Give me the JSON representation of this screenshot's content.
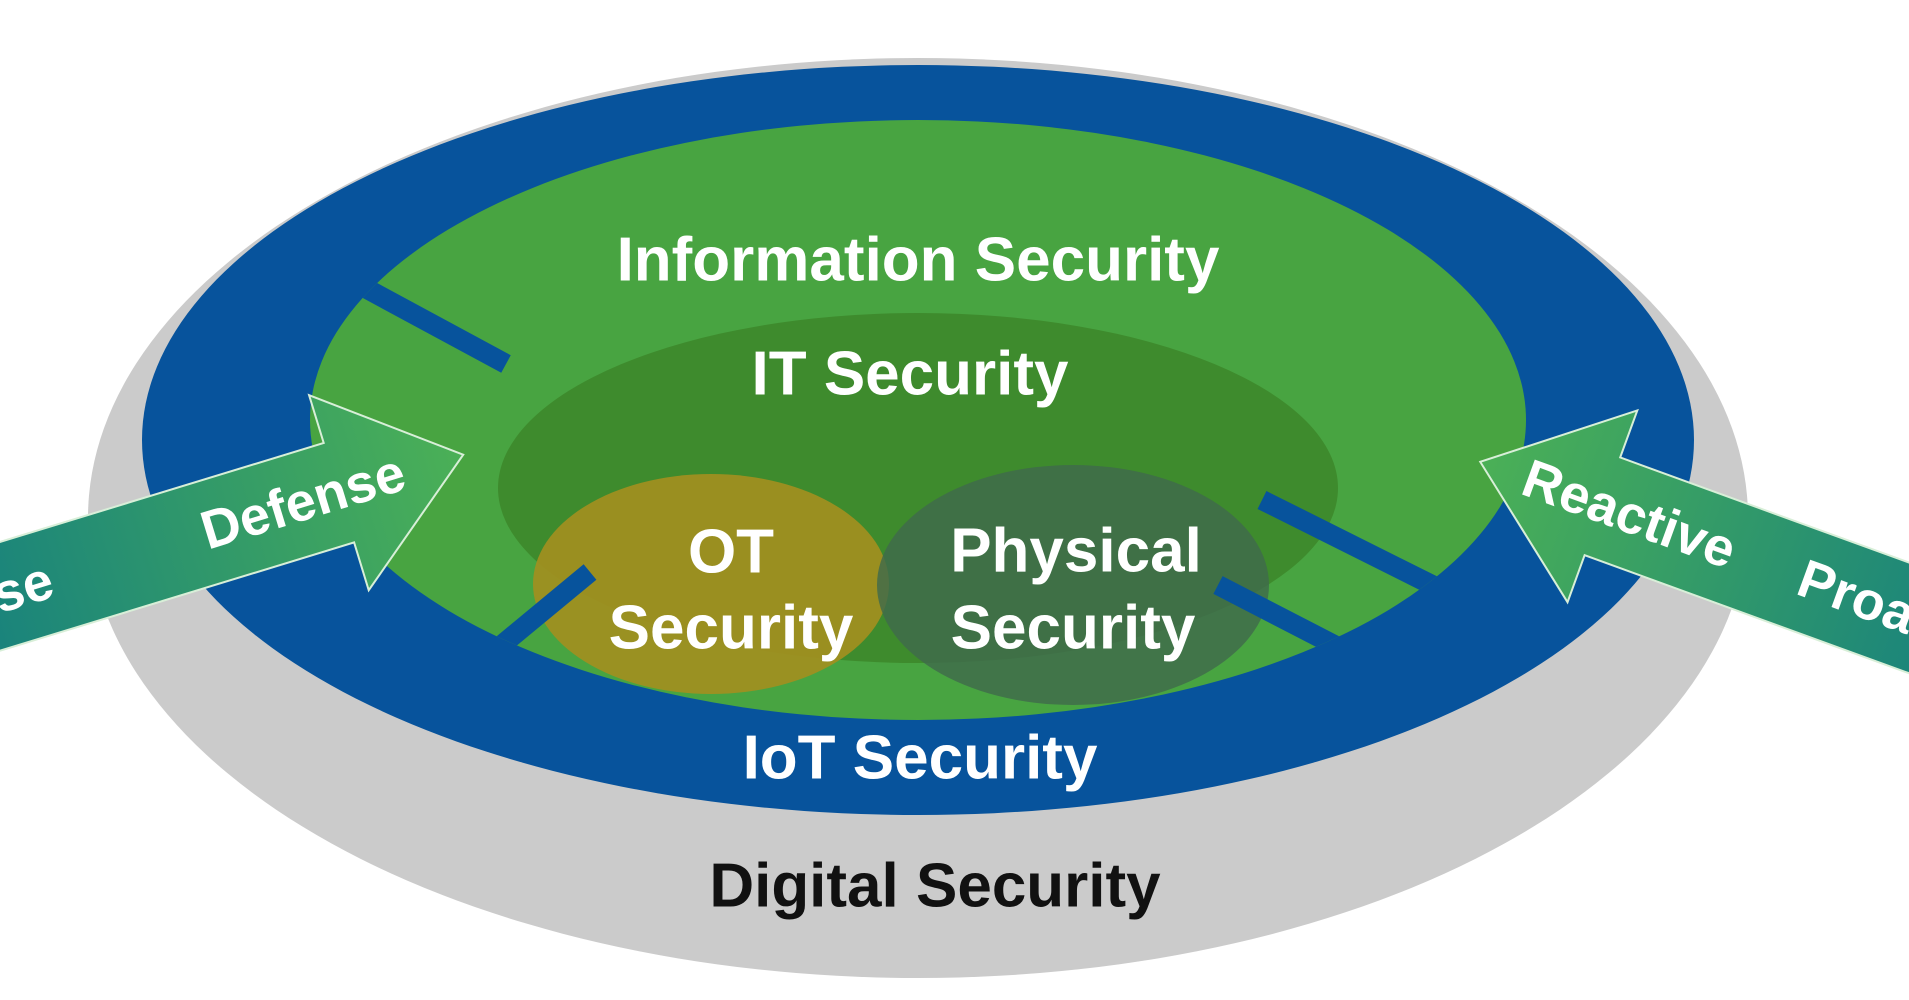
{
  "layers": {
    "digital": "Digital Security",
    "iot": "IoT Security",
    "information": "Information Security",
    "it": "IT Security",
    "ot": {
      "line1": "OT",
      "line2": "Security"
    },
    "physical": {
      "line1": "Physical",
      "line2": "Security"
    }
  },
  "arrows": {
    "left": {
      "inner": "Defense",
      "outer": "se"
    },
    "right": {
      "inner": "Reactive",
      "outer": "Proa"
    }
  },
  "colors": {
    "digital": "#cbcbcb",
    "iot": "#07539c",
    "information": "#48a441",
    "it": "#3e8b2d",
    "ot": "#a28f1f",
    "physical": "#3f6a4c",
    "arrow_start": "#0f7a84",
    "arrow_end": "#4bb056",
    "text_light": "#ffffff",
    "text_dark": "#111111"
  }
}
